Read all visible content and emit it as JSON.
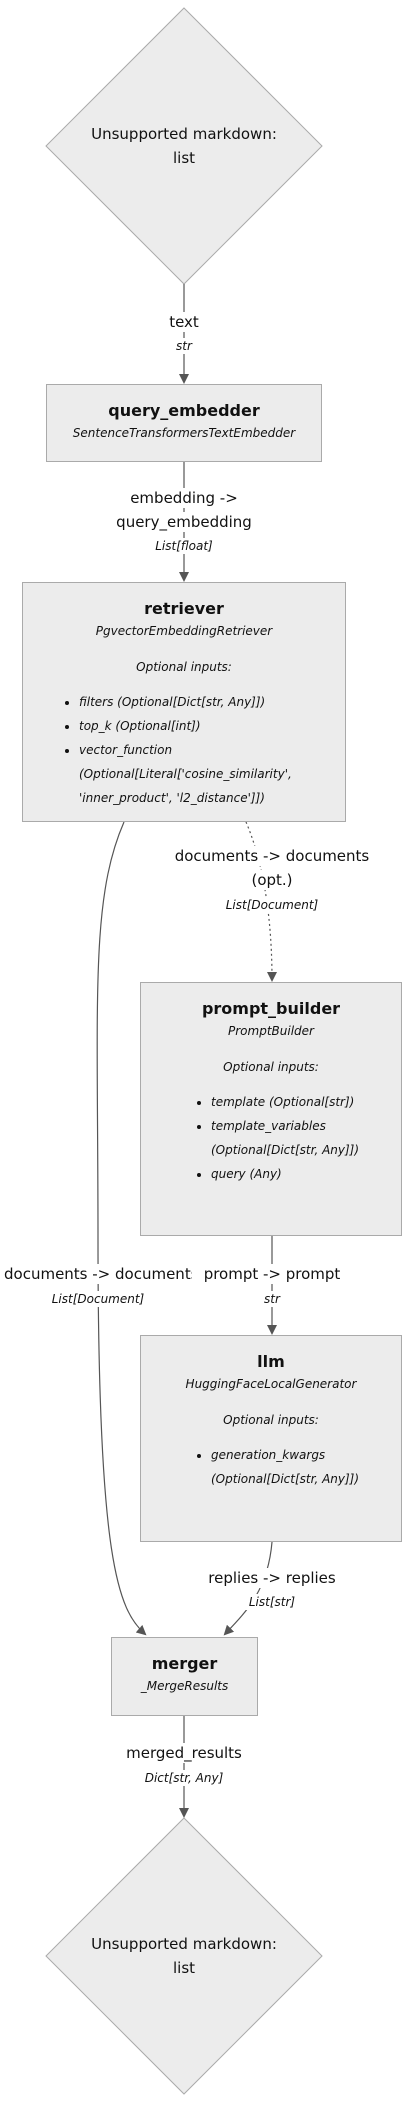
{
  "start": {
    "line1": "Unsupported markdown:",
    "line2": "list"
  },
  "end": {
    "line1": "Unsupported markdown:",
    "line2": "list"
  },
  "edges": {
    "text": {
      "label": "text",
      "type": "str"
    },
    "embedding": {
      "label_line1": "embedding ->",
      "label_line2": "query_embedding",
      "type": "List[float]"
    },
    "docs_to_prompt": {
      "label_line1": "documents -> documents",
      "label_line2": "(opt.)",
      "type": "List[Document]"
    },
    "docs_to_merger": {
      "label": "documents -> documents",
      "type": "List[Document]"
    },
    "prompt": {
      "label": "prompt -> prompt",
      "type": "str"
    },
    "replies": {
      "label": "replies -> replies",
      "type": "List[str]"
    },
    "merged": {
      "label": "merged_results",
      "type": "Dict[str, Any]"
    }
  },
  "nodes": {
    "query_embedder": {
      "title": "query_embedder",
      "class": "SentenceTransformersTextEmbedder"
    },
    "retriever": {
      "title": "retriever",
      "class": "PgvectorEmbeddingRetriever",
      "optional_header": "Optional inputs:",
      "inputs": [
        "filters (Optional[Dict[str, Any]])",
        "top_k (Optional[int])",
        "vector_function"
      ],
      "inputs_cont": [
        "(Optional[Literal['cosine_similarity',",
        "'inner_product', 'l2_distance']])"
      ]
    },
    "prompt_builder": {
      "title": "prompt_builder",
      "class": "PromptBuilder",
      "optional_header": "Optional inputs:",
      "inputs": [
        "template (Optional[str])",
        "template_variables"
      ],
      "inputs_cont": [
        "(Optional[Dict[str, Any]])"
      ],
      "inputs_after": [
        "query (Any)"
      ]
    },
    "llm": {
      "title": "llm",
      "class": "HuggingFaceLocalGenerator",
      "optional_header": "Optional inputs:",
      "inputs": [
        "generation_kwargs"
      ],
      "inputs_cont": [
        "(Optional[Dict[str, Any]])"
      ]
    },
    "merger": {
      "title": "merger",
      "class": "_MergeResults"
    }
  }
}
